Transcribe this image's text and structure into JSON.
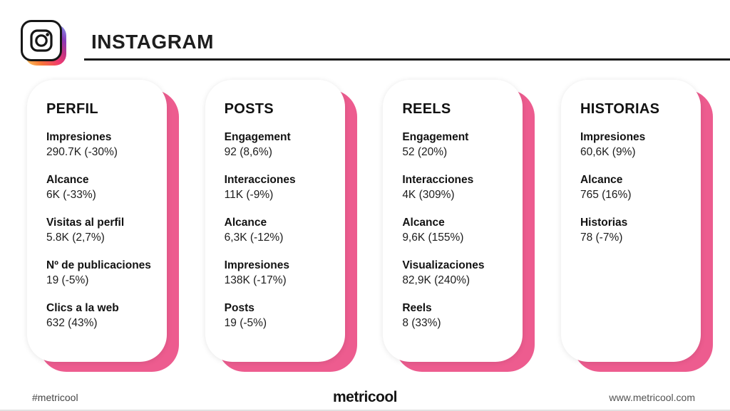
{
  "header": {
    "title": "INSTAGRAM"
  },
  "cards": [
    {
      "title": "PERFIL",
      "metrics": [
        {
          "label": "Impresiones",
          "value": "290.7K (-30%)"
        },
        {
          "label": "Alcance",
          "value": "6K (-33%)"
        },
        {
          "label": "Visitas al perfil",
          "value": "5.8K (2,7%)"
        },
        {
          "label": "Nº de publicaciones",
          "value": "19 (-5%)"
        },
        {
          "label": "Clics a la web",
          "value": "632 (43%)"
        }
      ]
    },
    {
      "title": "POSTS",
      "metrics": [
        {
          "label": "Engagement",
          "value": "92 (8,6%)"
        },
        {
          "label": "Interacciones",
          "value": "11K (-9%)"
        },
        {
          "label": "Alcance",
          "value": "6,3K (-12%)"
        },
        {
          "label": "Impresiones",
          "value": "138K (-17%)"
        },
        {
          "label": "Posts",
          "value": "19 (-5%)"
        }
      ]
    },
    {
      "title": "REELS",
      "metrics": [
        {
          "label": "Engagement",
          "value": "52 (20%)"
        },
        {
          "label": "Interacciones",
          "value": "4K (309%)"
        },
        {
          "label": "Alcance",
          "value": "9,6K (155%)"
        },
        {
          "label": "Visualizaciones",
          "value": "82,9K (240%)"
        },
        {
          "label": "Reels",
          "value": "8 (33%)"
        }
      ]
    },
    {
      "title": "HISTORIAS",
      "metrics": [
        {
          "label": "Impresiones",
          "value": "60,6K (9%)"
        },
        {
          "label": "Alcance",
          "value": "765 (16%)"
        },
        {
          "label": "Historias",
          "value": "78 (-7%)"
        }
      ]
    }
  ],
  "footer": {
    "hashtag": "#metricool",
    "logo": "metricool",
    "website": "www.metricool.com"
  },
  "icons": {
    "header_icon": "instagram-icon"
  },
  "colors": {
    "card_shadow_pink": "#ED5C8F",
    "title_text": "#1e1e1e",
    "rule": "#1a1a1a"
  }
}
